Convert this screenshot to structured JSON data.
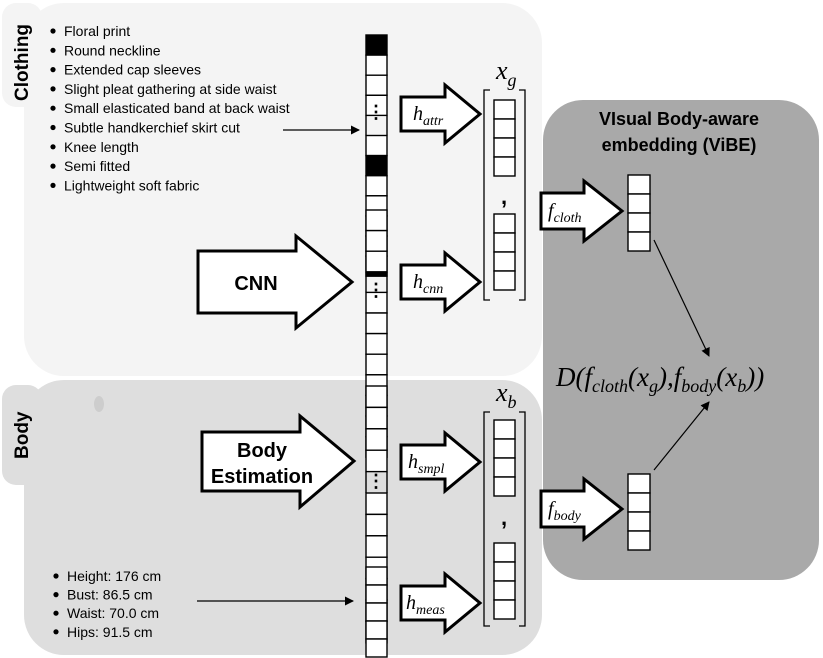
{
  "clothing_panel": {
    "label": "Clothing",
    "attributes": [
      "Floral print",
      "Round neckline",
      "Extended cap sleeves",
      "Slight pleat gathering at side waist",
      "Small elasticated band at back waist",
      "Subtle handkerchief skirt cut",
      "Knee length",
      "Semi fitted",
      "Lightweight soft fabric"
    ],
    "cnn_label": "CNN",
    "vector_symbol": "x",
    "vector_subscript": "g",
    "h_attr": {
      "base": "h",
      "sub": "attr"
    },
    "h_cnn": {
      "base": "h",
      "sub": "cnn"
    },
    "separator": ","
  },
  "body_panel": {
    "label": "Body",
    "estimation_label_line1": "Body",
    "estimation_label_line2": "Estimation",
    "measurements": [
      "Height: 176 cm",
      "Bust: 86.5 cm",
      "Waist: 70.0 cm",
      "Hips: 91.5 cm"
    ],
    "vector_symbol": "x",
    "vector_subscript": "b",
    "h_smpl": {
      "base": "h",
      "sub": "smpl"
    },
    "h_meas": {
      "base": "h",
      "sub": "meas"
    },
    "separator": ","
  },
  "vibe_panel": {
    "title_line1": "VIsual Body-aware",
    "title_line2": "embedding (ViBE)",
    "f_cloth": {
      "base": "f",
      "sub": "cloth"
    },
    "f_body": {
      "base": "f",
      "sub": "body"
    },
    "distance": {
      "D": "D(",
      "f1": "f",
      "f1_sub": "cloth",
      "x1_open": "(x",
      "x1_sub": "g",
      "mid": "),",
      "f2": "f",
      "f2_sub": "body",
      "x2_open": "(x",
      "x2_sub": "b",
      "close": "))"
    },
    "ellipsis": "⋮"
  },
  "colors": {
    "clothing_bg": "#f4f4f4",
    "body_bg": "#dedede",
    "vibe_bg": "#a9a9a9",
    "cell_fill_dark": "#000000",
    "stroke": "#000000"
  }
}
